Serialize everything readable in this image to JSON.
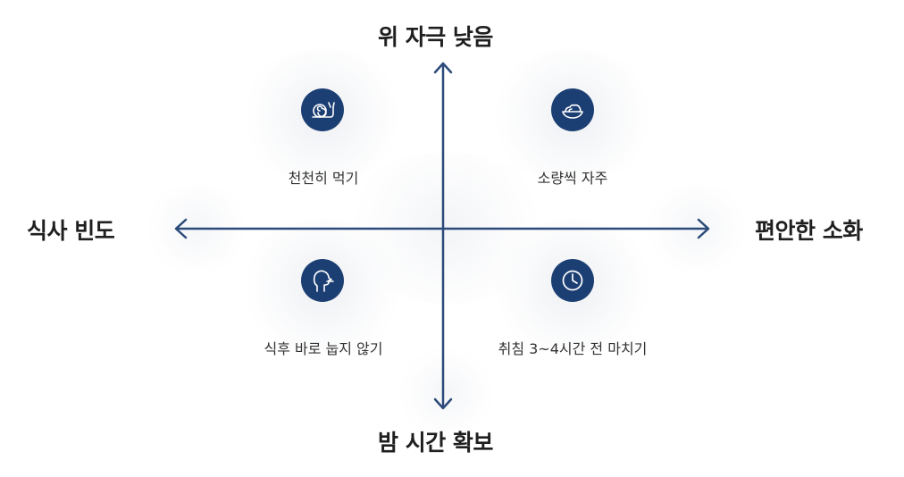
{
  "axes": {
    "top": "위 자극 낮음",
    "bottom": "밤 시간 확보",
    "left": "식사 빈도",
    "right": "편안한 소화"
  },
  "quadrants": [
    {
      "id": "top-left",
      "label": "천천히 먹기",
      "icon": "snail-icon"
    },
    {
      "id": "top-right",
      "label": "소량씩 자주",
      "icon": "food-bowl-icon"
    },
    {
      "id": "bottom-left",
      "label": "식후 바로 눕지 않기",
      "icon": "person-head-icon"
    },
    {
      "id": "bottom-right",
      "label": "취침 3~4시간 전 마치기",
      "icon": "clock-icon"
    }
  ],
  "colors": {
    "accent": "#1c3f73",
    "axis": "#2c4b7a"
  }
}
